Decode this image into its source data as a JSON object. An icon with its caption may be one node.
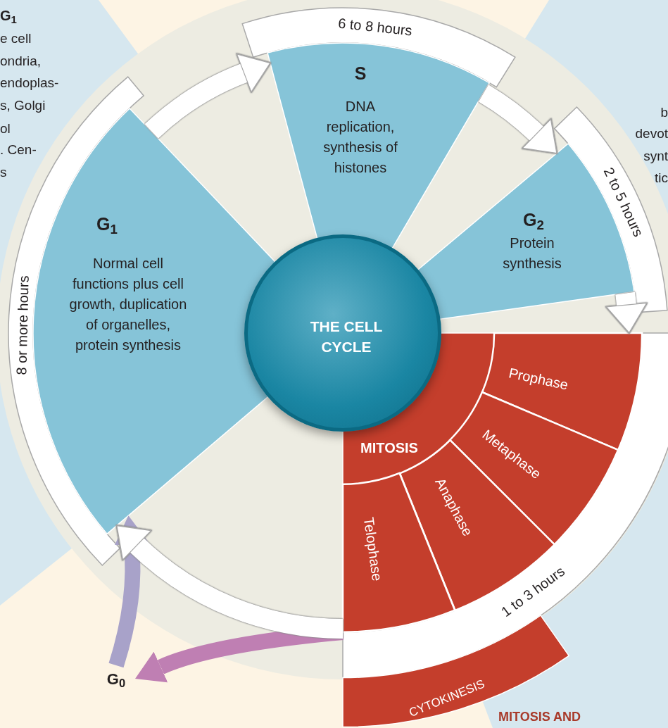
{
  "diagram": {
    "nodes": [
      {
        "text": [
          "G$_{1}$",
          "Normal cell functions plus cell growth, duplication of organelles, protein synthesis"
        ],
        "beside": [
          "8 or more hours"
        ]
      },
      {
        "text": [
          "S",
          "DNA replication, synthesis of histones"
        ],
        "beside": [
          "6 to 8 hours"
        ]
      },
      {
        "text": [
          "G$_{2}$",
          "Protein synthesis"
        ],
        "beside": [
          "2 to 5 hours"
        ]
      },
      {
        "text": [
          "THE CELL CYCLE"
        ]
      },
      {
        "text": [
          "MITOSIS"
        ],
        "beside": [
          "1 to 3 hours"
        ]
      },
      {
        "text": [
          "Prophase"
        ],
        "in": 4
      },
      {
        "text": [
          "Metaphase"
        ],
        "in": 4
      },
      {
        "text": [
          "Anaphase"
        ],
        "in": 4
      },
      {
        "text": [
          "Telophase"
        ],
        "in": 4
      },
      {
        "text": [
          "CYTOKINESIS"
        ]
      },
      {
        "text": [
          "G$_{0}$"
        ]
      }
    ],
    "edges": [
      {
        "from": 0,
        "to": 1,
        "arrow": "to"
      },
      {
        "from": 1,
        "to": 2,
        "arrow": "to"
      },
      {
        "from": 2,
        "to": 4,
        "arrow": "to"
      },
      {
        "from": 4,
        "to": 0,
        "arrow": "to"
      },
      {
        "from": 4,
        "to": 10,
        "arrow": "to",
        "color": "#bf7fb3"
      },
      {
        "from": 10,
        "to": 0,
        "arrow": "to",
        "color": "#a8a2c9"
      }
    ],
    "labels": [
      "G$_{1}$",
      "e cell",
      "ondria,",
      "endoplas-",
      "s, Golgi",
      "ol",
      ". Cen-",
      "s",
      "b",
      "devot",
      "synt",
      "tic",
      "MITOSIS AND"
    ]
  }
}
